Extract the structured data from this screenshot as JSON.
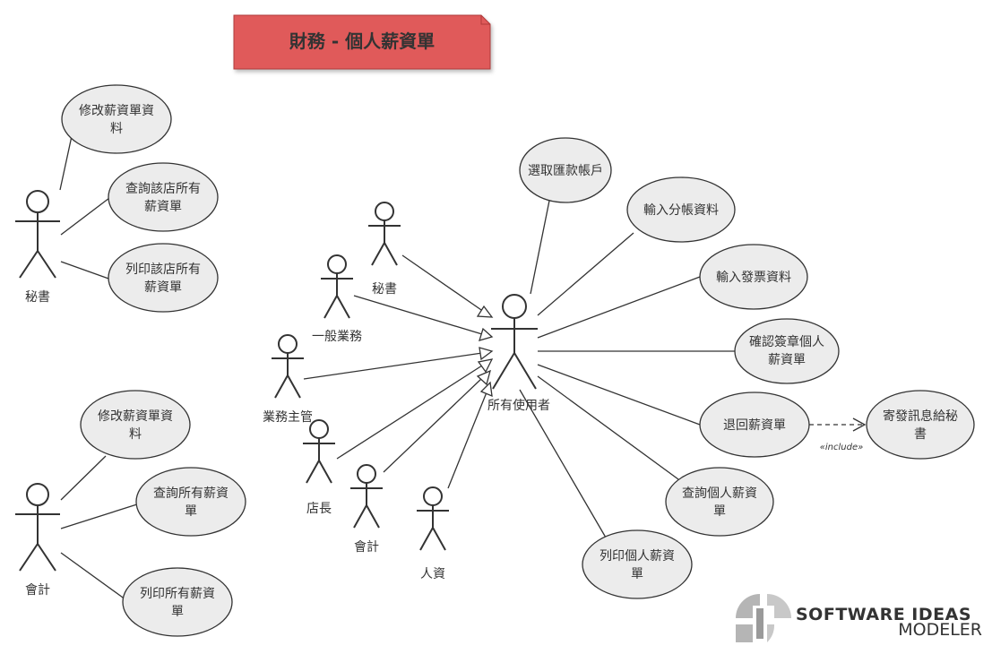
{
  "title": "財務 - 個人薪資單",
  "title_color": "#e05a5a",
  "usecase_fill": "#ececec",
  "actors": {
    "secretary_left": "秘書",
    "accountant_left": "會計",
    "secretary_center": "秘書",
    "general_business": "一般業務",
    "business_manager": "業務主管",
    "store_manager": "店長",
    "accountant_center": "會計",
    "hr": "人資",
    "all_users": "所有使用者"
  },
  "usecases": {
    "edit_payslip_sec": [
      "修改薪資單資",
      "料"
    ],
    "query_store_payslips": [
      "查詢該店所有",
      "薪資單"
    ],
    "print_store_payslips": [
      "列印該店所有",
      "薪資單"
    ],
    "edit_payslip_acc": [
      "修改薪資單資",
      "料"
    ],
    "query_all_payslips": [
      "查詢所有薪資",
      "單"
    ],
    "print_all_payslips": [
      "列印所有薪資",
      "單"
    ],
    "select_remit_account": [
      "選取匯款帳戶"
    ],
    "enter_split_account": [
      "輸入分帳資料"
    ],
    "enter_invoice": [
      "輸入發票資料"
    ],
    "confirm_sign_payslip": [
      "確認簽章個人",
      "薪資單"
    ],
    "return_payslip": [
      "退回薪資單"
    ],
    "send_message_secretary": [
      "寄發訊息給秘",
      "書"
    ],
    "query_personal_payslip": [
      "查詢個人薪資",
      "單"
    ],
    "print_personal_payslip": [
      "列印個人薪資",
      "單"
    ]
  },
  "include_label": "«include»",
  "logo": {
    "line1": "SOFTWARE IDEAS",
    "line2": "MODELER"
  }
}
